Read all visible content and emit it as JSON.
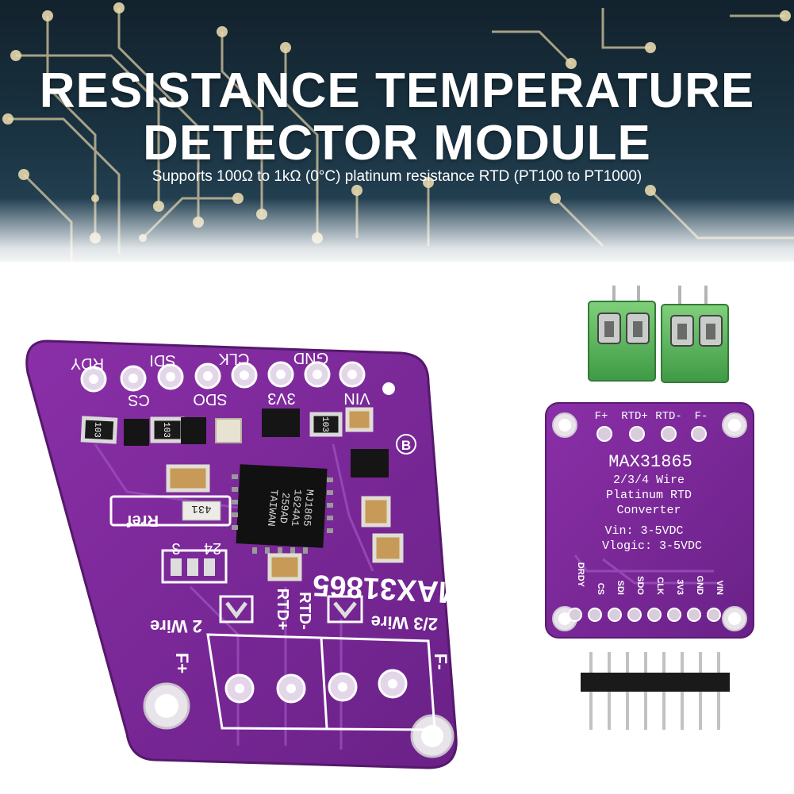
{
  "banner": {
    "title_line1": "RESISTANCE TEMPERATURE",
    "title_line2": "DETECTOR MODULE",
    "subtitle": "Supports 100Ω to 1kΩ (0°C) platinum resistance RTD (PT100 to PT1000)"
  },
  "large_board": {
    "top_pins": [
      "RDY",
      "SDI",
      "CLK",
      "GND"
    ],
    "second_row": [
      "CS",
      "SDO",
      "3V3",
      "VIN"
    ],
    "chip_line1": "MJ1865",
    "chip_line2": "1624A1",
    "chip_line3": "259AD",
    "chip_line4": "TAIWAN",
    "rref": "Rref",
    "rref_resistor": "431",
    "resistor1": "103",
    "resistor2": "103",
    "resistor3": "103",
    "jumper_left": "3",
    "jumper_right": "24",
    "brand": "MAX31865",
    "b_mark": "B",
    "wire_2": "2 Wire",
    "wire_23": "2/3 Wire",
    "rtd_plus": "RTD+",
    "rtd_minus": "RTD-",
    "f_plus": "F+",
    "f_minus": "F-"
  },
  "small_board": {
    "top_pins": [
      "F+",
      "RTD+",
      "RTD-",
      "F-"
    ],
    "chip": "MAX31865",
    "line1": "2/3/4 Wire",
    "line2": "Platinum RTD",
    "line3": "Converter",
    "vin": "Vin: 3-5VDC",
    "vlogic": "Vlogic: 3-5VDC",
    "bottom_pins": [
      "DRDY",
      "CS",
      "SDI",
      "SDO",
      "CLK",
      "3V3",
      "GND",
      "VIN"
    ]
  },
  "colors": {
    "board_purple": "#7a2a98",
    "silkscreen": "#ffffff",
    "terminal_green": "#5cb85c",
    "banner_dark": "#1b3443",
    "trace_gold": "#c9b98b"
  }
}
